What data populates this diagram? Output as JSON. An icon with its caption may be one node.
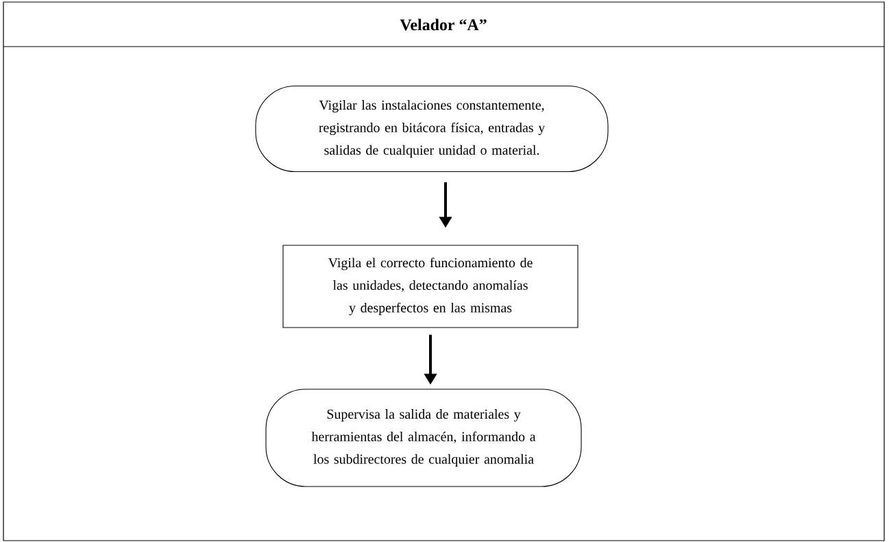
{
  "diagram": {
    "title": "Velador “A”",
    "nodes": [
      {
        "text": [
          "Vigilar las instalaciones constantemente, registrando en bitácora física, entradas y salidas de cualquier unidad o material."
        ]
      },
      {
        "text": [
          "Vigila el correcto funcionamiento de las unidades, detectando anomalías y desperfectos en las mismas"
        ]
      },
      {
        "text": [
          "Supervisa la salida de materiales y herramientas del almacén, informando a los subdirectores de cualquier anomalia"
        ]
      }
    ],
    "edges": [
      {
        "from": 0,
        "to": 1,
        "arrow": "to"
      },
      {
        "from": 1,
        "to": 2,
        "arrow": "to"
      }
    ]
  }
}
